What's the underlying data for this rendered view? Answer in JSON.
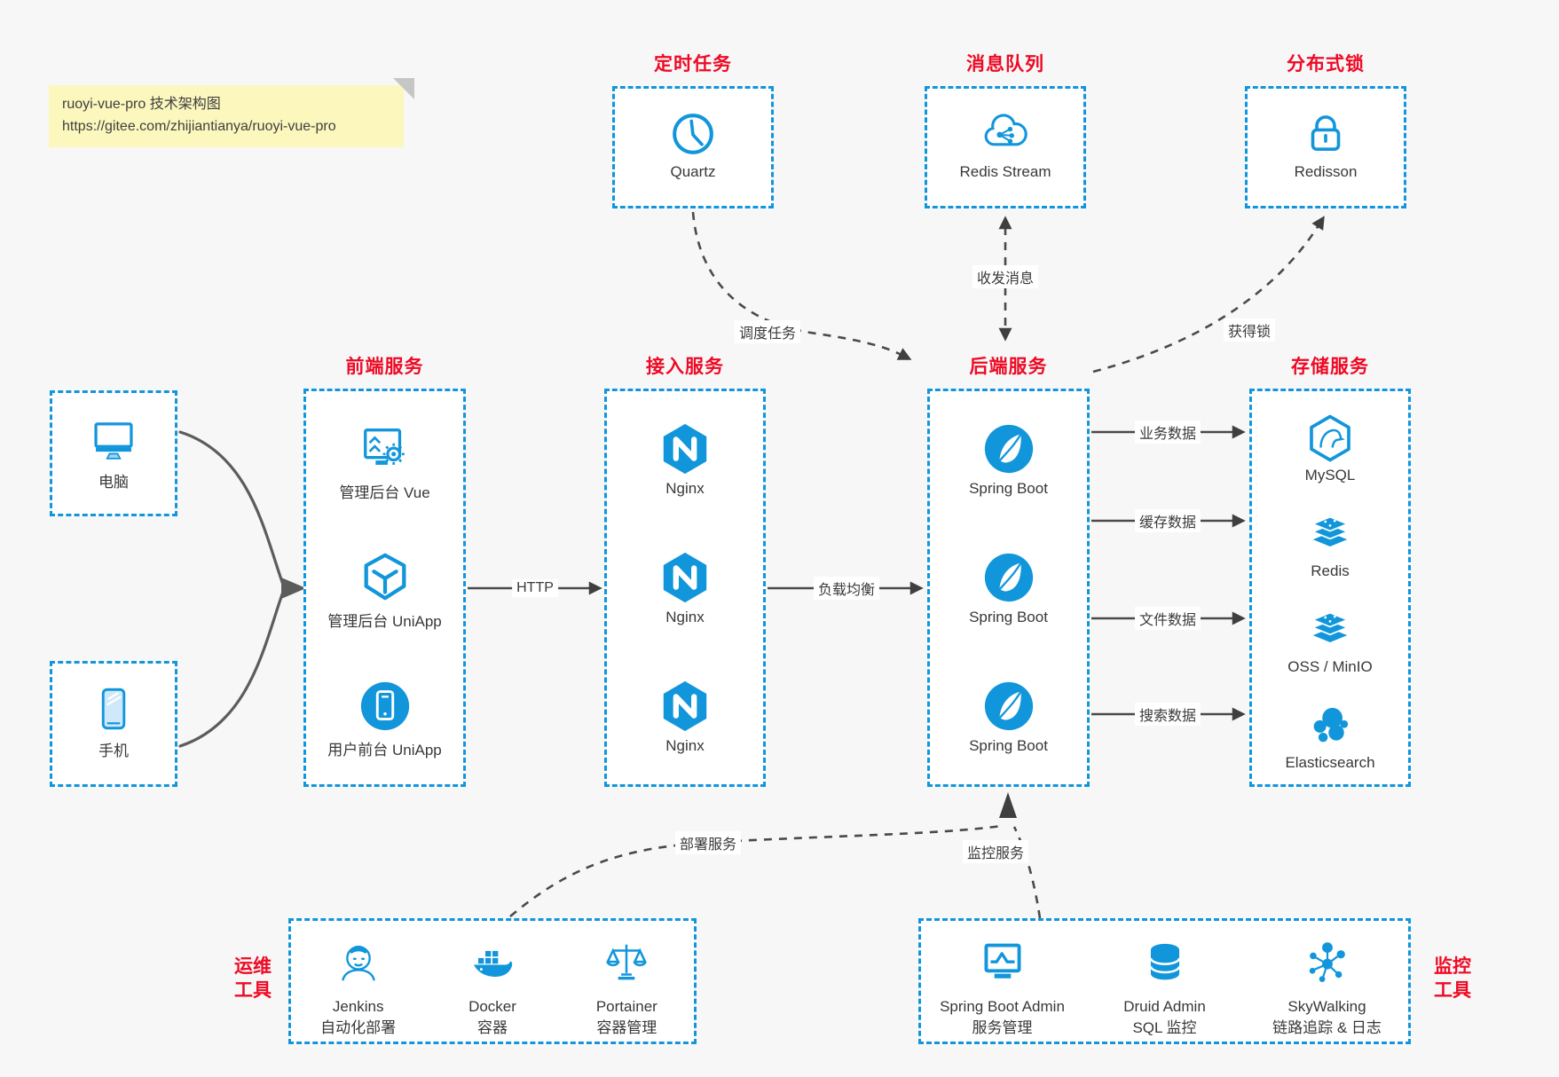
{
  "note": {
    "line1": "ruoyi-vue-pro 技术架构图",
    "line2": "https://gitee.com/zhijiantianya/ruoyi-vue-pro"
  },
  "top_groups": [
    {
      "title": "定时任务",
      "icon": "clock-icon",
      "label": "Quartz"
    },
    {
      "title": "消息队列",
      "icon": "cloud-share-icon",
      "label": "Redis Stream"
    },
    {
      "title": "分布式锁",
      "icon": "lock-icon",
      "label": "Redisson"
    }
  ],
  "clients": [
    {
      "icon": "desktop-icon",
      "label": "电脑"
    },
    {
      "icon": "mobile-icon",
      "label": "手机"
    }
  ],
  "columns": [
    {
      "title": "前端服务",
      "items": [
        {
          "icon": "admin-vue-icon",
          "label": "管理后台 Vue"
        },
        {
          "icon": "uniapp-cube-icon",
          "label": "管理后台 UniApp"
        },
        {
          "icon": "user-app-icon",
          "label": "用户前台 UniApp"
        }
      ]
    },
    {
      "title": "接入服务",
      "items": [
        {
          "icon": "nginx-icon",
          "label": "Nginx"
        },
        {
          "icon": "nginx-icon",
          "label": "Nginx"
        },
        {
          "icon": "nginx-icon",
          "label": "Nginx"
        }
      ]
    },
    {
      "title": "后端服务",
      "items": [
        {
          "icon": "spring-boot-icon",
          "label": "Spring Boot"
        },
        {
          "icon": "spring-boot-icon",
          "label": "Spring Boot"
        },
        {
          "icon": "spring-boot-icon",
          "label": "Spring Boot"
        }
      ]
    },
    {
      "title": "存储服务",
      "items": [
        {
          "icon": "mysql-icon",
          "label": "MySQL"
        },
        {
          "icon": "redis-stack-icon",
          "label": "Redis"
        },
        {
          "icon": "oss-stack-icon",
          "label": "OSS / MinIO"
        },
        {
          "icon": "elasticsearch-icon",
          "label": "Elasticsearch"
        }
      ]
    }
  ],
  "edges": {
    "http": "HTTP",
    "load_balance": "负载均衡",
    "schedule_task": "调度任务",
    "send_receive_msg": "收发消息",
    "acquire_lock": "获得锁",
    "deploy_service": "部署服务",
    "monitor_service": "监控服务",
    "data_links": [
      "业务数据",
      "缓存数据",
      "文件数据",
      "搜索数据"
    ]
  },
  "bottom_groups": [
    {
      "side_label_line1": "运维",
      "side_label_line2": "工具",
      "items": [
        {
          "icon": "jenkins-icon",
          "label": "Jenkins",
          "sublabel": "自动化部署"
        },
        {
          "icon": "docker-icon",
          "label": "Docker",
          "sublabel": "容器"
        },
        {
          "icon": "portainer-icon",
          "label": "Portainer",
          "sublabel": "容器管理"
        }
      ]
    },
    {
      "side_label_line1": "监控",
      "side_label_line2": "工具",
      "items": [
        {
          "icon": "springboot-admin-icon",
          "label": "Spring Boot Admin",
          "sublabel": "服务管理"
        },
        {
          "icon": "druid-icon",
          "label": "Druid Admin",
          "sublabel": "SQL 监控"
        },
        {
          "icon": "skywalking-icon",
          "label": "SkyWalking",
          "sublabel": "链路追踪 & 日志"
        }
      ]
    }
  ],
  "colors": {
    "accent_blue": "#1296db",
    "title_red": "#ee0a24",
    "note_bg": "#fbf7bd",
    "arrow_gray": "#4a4a4a"
  }
}
